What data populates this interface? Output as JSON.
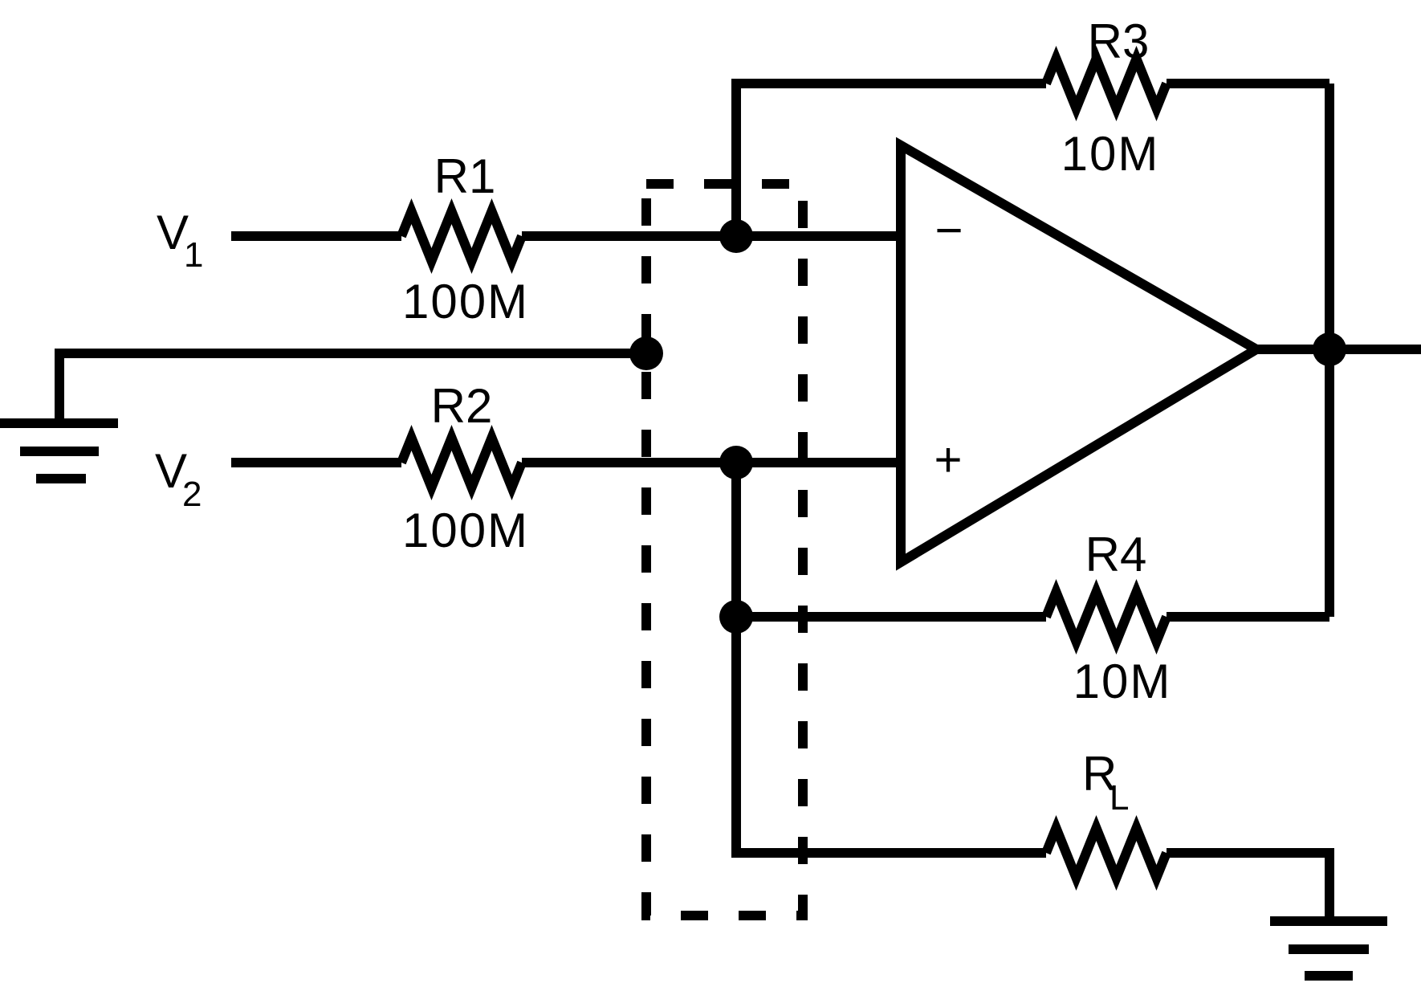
{
  "figure": {
    "kind": "op-amp difference amplifier schematic with guard ring",
    "colors": {
      "background": "#ffffff",
      "ink": "#000000"
    },
    "sources": {
      "v1": {
        "base": "V",
        "sub": "1"
      },
      "v2": {
        "base": "V",
        "sub": "2"
      }
    },
    "resistors": {
      "r1": {
        "label": "R1",
        "value": "100M"
      },
      "r2": {
        "label": "R2",
        "value": "100M"
      },
      "r3": {
        "label": "R3",
        "value": "10M"
      },
      "r4": {
        "label": "R4",
        "value": "10M"
      },
      "rl": {
        "base": "R",
        "sub": "L"
      }
    },
    "opamp": {
      "inverting_symbol": "−",
      "noninverting_symbol": "+"
    }
  }
}
